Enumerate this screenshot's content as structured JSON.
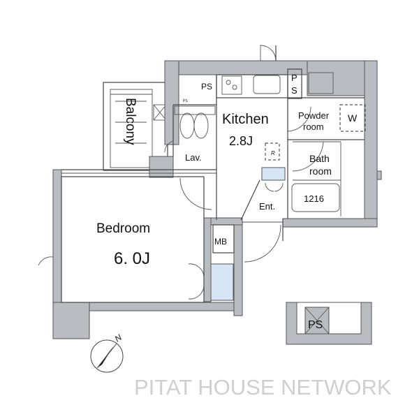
{
  "rooms": {
    "kitchen": {
      "name": "Kitchen",
      "size": "2.8J"
    },
    "bedroom": {
      "name": "Bedroom",
      "size": "6. 0J"
    },
    "lav": "Lav.",
    "balcony": "Balcony",
    "powder_room": {
      "line1": "Powder",
      "line2": "room"
    },
    "washer": "W",
    "bath_room": {
      "line1": "Bath",
      "line2": "room"
    },
    "bath_unit": "1216",
    "entrance": "Ent.",
    "mb": "MB",
    "ps_left": "PS",
    "ps_small": "PS",
    "ps_kitchen": {
      "line1": "P",
      "line2": "S"
    },
    "ps_outside": "PS",
    "refrigerator": "R"
  },
  "compass": {
    "label": "N"
  },
  "watermark": "PITAT HOUSE NETWORK",
  "colors": {
    "wall": "#b9bcc1",
    "closet": "#d6e6f5"
  }
}
